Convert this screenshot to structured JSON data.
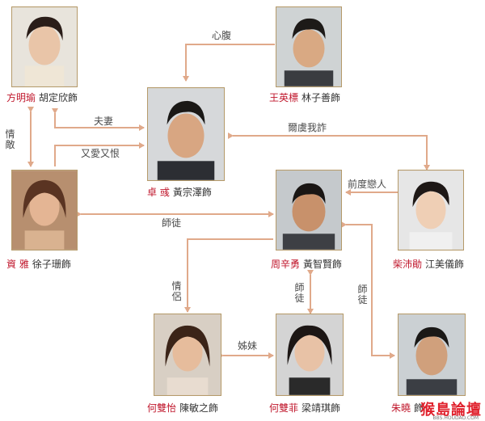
{
  "people": [
    {
      "id": "fang",
      "role": "方明瑜",
      "actor": "胡定欣飾"
    },
    {
      "id": "wang",
      "role": "王英標",
      "actor": "林子善飾"
    },
    {
      "id": "zhuo",
      "role": "卓 彧",
      "actor": "黃宗澤飾"
    },
    {
      "id": "zi",
      "role": "資 雅",
      "actor": "徐子珊飾"
    },
    {
      "id": "zhou",
      "role": "周辛勇",
      "actor": "黃智賢飾"
    },
    {
      "id": "chai",
      "role": "柴沛勛",
      "actor": "江美儀飾"
    },
    {
      "id": "heyi",
      "role": "何雙怡",
      "actor": "陳敏之飾"
    },
    {
      "id": "hefei",
      "role": "何雙菲",
      "actor": "梁靖琪飾"
    },
    {
      "id": "zhu",
      "role": "朱曉",
      "actor": "飾"
    }
  ],
  "relations": {
    "xinfu": "心腹",
    "fuqi": "夫妻",
    "qingdi": "情敵",
    "aihen": "又愛又恨",
    "erlv": "爾虞我詐",
    "qiandu": "前度戀人",
    "shitu1": "師徒",
    "qinglv": "情侶",
    "shitu2": "師徒",
    "shitu3": "師徒",
    "meimei": "姊妹"
  },
  "watermark": {
    "main": "猴島論壇",
    "sub": "BBS.HOUDAO.COM"
  },
  "colors": {
    "role": "#c0172c",
    "line": "#e0a98a",
    "frame": "#b59a6a"
  }
}
